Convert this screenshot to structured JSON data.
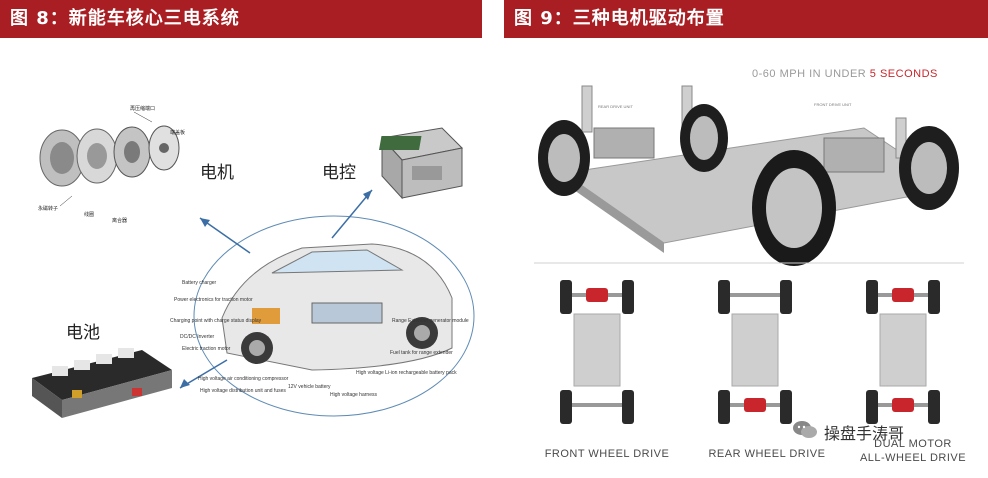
{
  "left": {
    "title": "图 8：新能车核心三电系统",
    "labels": {
      "motor": "电机",
      "control": "电控",
      "battery": "电池"
    },
    "motor_parts": [
      "再压缩端口",
      "端盖板",
      "永磁转子",
      "线圈",
      "离合器"
    ],
    "car_callouts": [
      "Battery charger",
      "Power electronics for traction motor",
      "Charging point with charge status display",
      "DC/DC Inverter",
      "Electric traction motor",
      "High voltage air conditioning compressor",
      "High voltage distribution unit and fuses",
      "12V vehicle battery",
      "High voltage Li-ion rechargeable battery pack",
      "Range Extender generator module",
      "Fuel tank for range extender",
      "High voltage harness"
    ]
  },
  "right": {
    "title": "图 9：三种电机驱动布置",
    "hero": {
      "prefix": "0-60 MPH IN UNDER ",
      "accent": "5 SECONDS"
    },
    "unit_labels": {
      "rear": "REAR DRIVE UNIT",
      "front": "FRONT DRIVE UNIT"
    },
    "drives": [
      {
        "label": "FRONT WHEEL DRIVE",
        "label2": ""
      },
      {
        "label": "REAR WHEEL DRIVE",
        "label2": ""
      },
      {
        "label": "DUAL MOTOR",
        "label2": "ALL-WHEEL DRIVE"
      }
    ],
    "watermark": "操盘手涛哥"
  },
  "colors": {
    "title_bg": "#a81e22",
    "accent": "#c8262c"
  }
}
